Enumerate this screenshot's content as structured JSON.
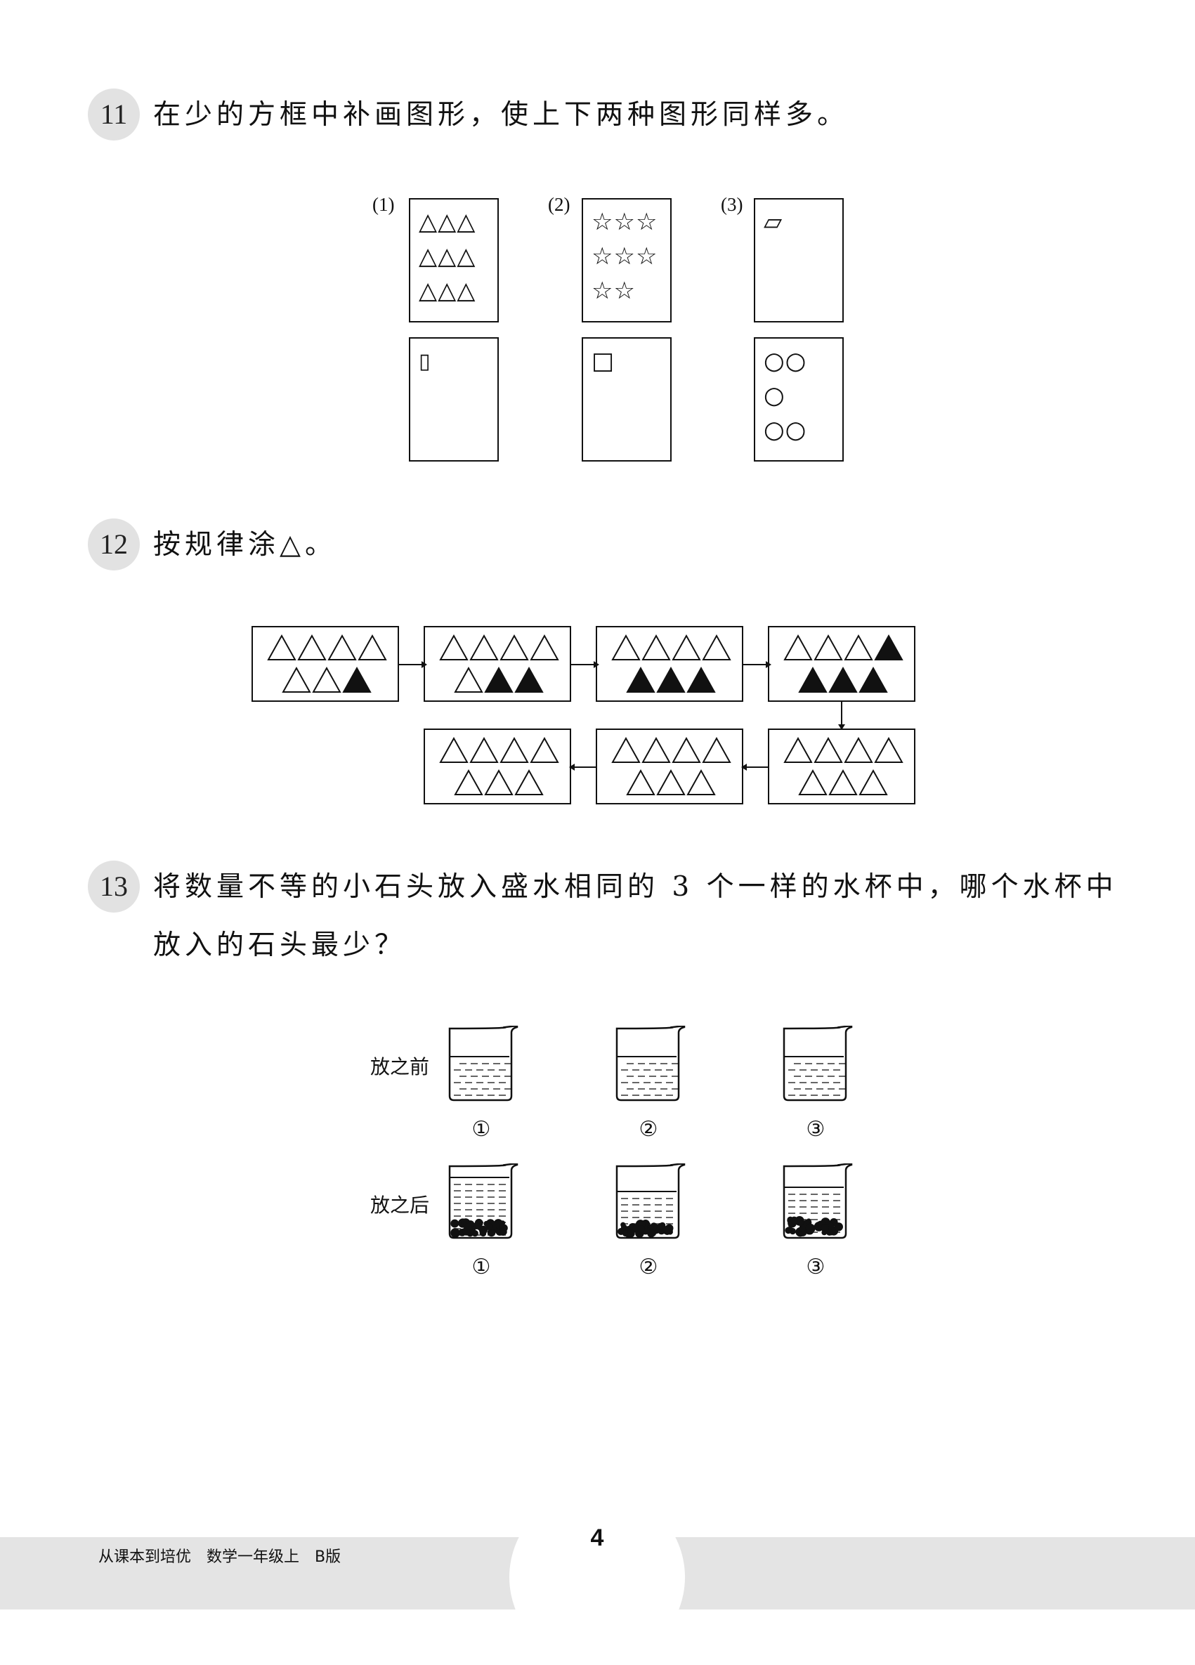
{
  "q11": {
    "number": "11",
    "text": "在少的方框中补画图形，使上下两种图形同样多。",
    "items": [
      {
        "label": "(1)",
        "top_shapes": "△△△\n△△△\n△△△",
        "bottom_shapes": "▯"
      },
      {
        "label": "(2)",
        "top_shapes": "☆☆☆\n☆☆☆\n☆☆",
        "bottom_shapes": "□"
      },
      {
        "label": "(3)",
        "top_shapes": "▱",
        "bottom_shapes": "○○\n○\n○○"
      }
    ]
  },
  "q12": {
    "number": "12",
    "text": "按规律涂△。",
    "boxes": [
      {
        "filled": 1
      },
      {
        "filled": 2
      },
      {
        "filled": 3
      },
      {
        "filled": 4
      },
      {
        "filled": 0
      },
      {
        "filled": 0
      },
      {
        "filled": 0
      }
    ]
  },
  "q13": {
    "number": "13",
    "text_line1": "将数量不等的小石头放入盛水相同的 3 个一样的水杯中，哪个水杯中",
    "text_line2": "放入的石头最少？",
    "before_label": "放之前",
    "after_label": "放之后",
    "cup_labels": [
      "①",
      "②",
      "③"
    ]
  },
  "footer": {
    "book_title": "从课本到培优　数学一年级上　B版",
    "page_number": "4"
  }
}
